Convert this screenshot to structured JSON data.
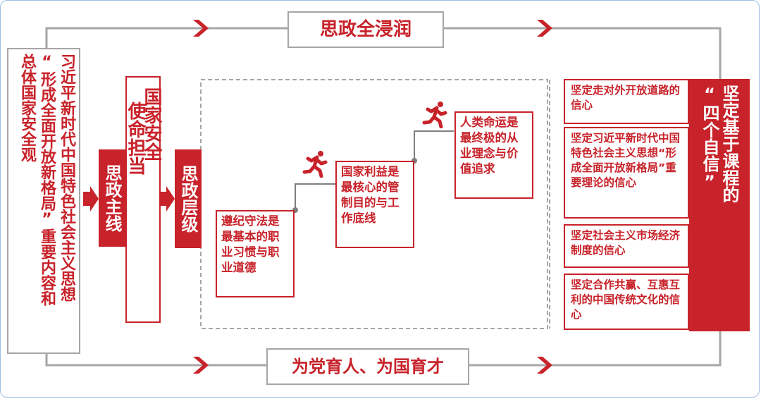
{
  "top_banner": "思政全浸润",
  "bottom_banner": "为党育人、为国育才",
  "left_column_a": "习近平新时代中国特色社会主义思想",
  "left_column_b": "“形成全面开放新格局”重要内容和",
  "left_column_c": "总体国家安全观",
  "main_line": "思政主线",
  "mission_a": "国家安全",
  "mission_b": "使命担当",
  "levels": "思政层级",
  "steps": [
    "遵纪守法是最基本的职业习惯与职业道德",
    "国家利益是最核心的管制目的与工作底线",
    "人类命运是最终极的从业理念与价值追求"
  ],
  "beliefs": [
    "坚定走对外开放道路的信心",
    "坚定习近平新时代中国特色社会主义思想“形成全面开放新格局”重要理论的信心",
    "坚定社会主义市场经济制度的信心",
    "坚定合作共赢、互惠互利的中国传统文化的信心"
  ],
  "conclusion_a": "坚定基于课程的",
  "conclusion_b": "“四个自信”",
  "colors": {
    "accent": "#c8222a",
    "line": "#a6a6a6",
    "frame": "#9fbde5"
  }
}
